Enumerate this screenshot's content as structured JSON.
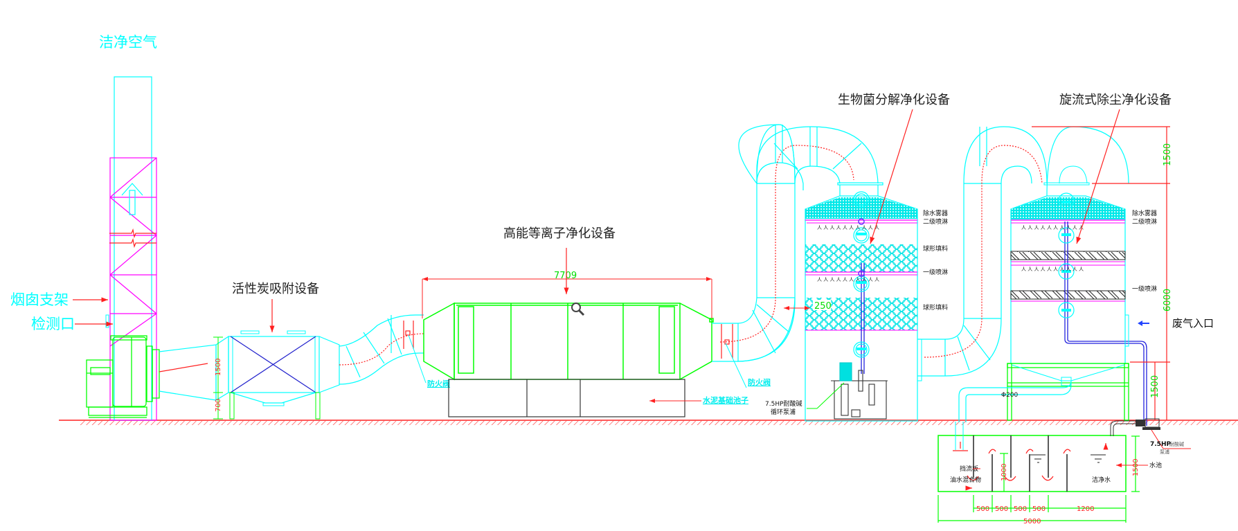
{
  "labels": {
    "clean_air": "洁净空气",
    "chimney_support": "烟囱支架",
    "test_port": "检测口",
    "carbon_adsorption": "活性炭吸附设备",
    "plasma_purification": "高能等离子净化设备",
    "bio_purification": "生物菌分解净化设备",
    "cyclone_purification": "旋流式除尘净化设备",
    "waste_gas_inlet": "废气入口",
    "fire_damper_1": "防火阀",
    "fire_damper_2": "防火阀",
    "cement_foundation": "水泥基础池子",
    "pump_bio_line1": "7.5HP耐酸碱",
    "pump_bio_line2": "循环泵浦",
    "pump_pool_bold": "7.5HP",
    "pump_pool_rest": "耐酸碱",
    "pump_pool_line2": "泵浦",
    "pool": "水池",
    "baffle": "挡流板",
    "oil_water": "油水混合物",
    "clean_water": "洁净水",
    "pipe_diameter": "Φ200"
  },
  "tower_labels": {
    "bio": [
      "除水雾器",
      "二级喷淋",
      "球形填料",
      "一级喷淋",
      "球形填料"
    ],
    "cyclone": [
      "除水雾器",
      "二级喷淋",
      "一级喷淋"
    ]
  },
  "dimensions": {
    "plasma_length": "7709",
    "carbon_height": "1500",
    "carbon_leg": "700",
    "duct_gap": "250",
    "tower_top": "1500",
    "tower_height": "6000",
    "tower_base": "1500",
    "pool_depth": "1500",
    "baffle_height": "1000",
    "pool_segments": [
      "500",
      "500",
      "500",
      "500",
      "1200"
    ],
    "pool_total": "5000"
  },
  "colors": {
    "cyan": "#00ffff",
    "green": "#00ff00",
    "magenta": "#ff00ff",
    "red": "#ff2020",
    "blue": "#2222dd",
    "dark": "#333333"
  },
  "icons": {
    "zoom_cursor": "magnifier-icon",
    "airflow_arrow": "up-arrow-icon",
    "inlet_arrow": "left-arrow-icon"
  }
}
